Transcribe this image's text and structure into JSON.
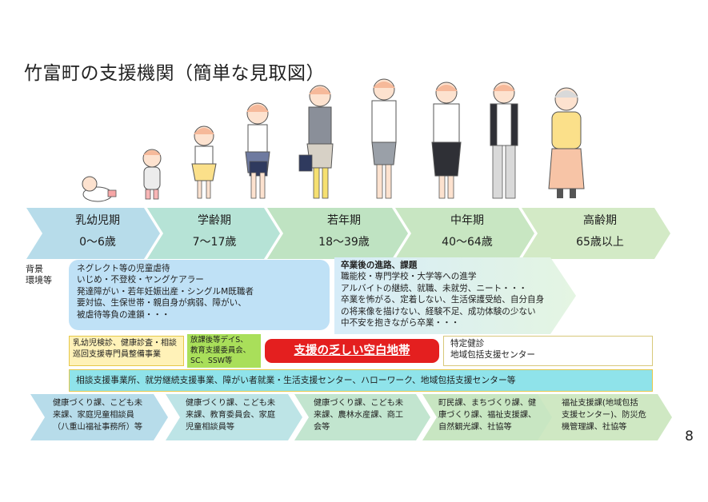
{
  "title": "竹富町の支援機関（簡単な見取図）",
  "stages": [
    {
      "name": "乳幼児期",
      "age": "0〜6歳"
    },
    {
      "name": "学齢期",
      "age": "7〜17歳"
    },
    {
      "name": "若年期",
      "age": "18〜39歳"
    },
    {
      "name": "中年期",
      "age": "40〜64歳"
    },
    {
      "name": "高齢期",
      "age": "65歳以上"
    }
  ],
  "row_label": [
    "背景",
    "環境等"
  ],
  "background_left": [
    "ネグレクト等の児童虐待",
    "いじめ・不登校・ヤングケアラー",
    "発達障がい・若年妊娠出産・シングルM既職者",
    "要対協、生保世帯・親自身が病弱、障がい、",
    "被虐待等負の連鎖・・・"
  ],
  "background_right": {
    "heading": "卒業後の進路、課題",
    "lines": [
      "職能校・専門学校・大学等への進学",
      "アルバイトの継続、就職、未就労、ニート・・・",
      "卒業を怖がる、定着しない、生活保護受給、自分自身",
      "の将来像を描けない、経験不足、成功体験の少ない",
      "中不安を抱きながら卒業・・・"
    ]
  },
  "services": {
    "infant": [
      "乳幼児検診、健康診査・相談",
      "巡回支援専門員整備事業"
    ],
    "school": [
      "放課後等デイS、",
      "教育支援委員会、",
      "SC、SSW等"
    ],
    "gap": "支援の乏しい空白地帯",
    "elder": [
      "特定健診",
      "地域包括支援センター"
    ],
    "wide": "相談支援事業所、就労継続支援事業、障がい者就業・生活支援センター、ハローワーク、地域包括支援センター等"
  },
  "departments": [
    [
      "健康づくり課、こども未",
      "来課、家庭児童相談員",
      "（八重山福祉事務所）等"
    ],
    [
      "健康づくり課、こども未",
      "来課、教育委員会、家庭",
      "児童相談員等"
    ],
    [
      "健康づくり課、こども未",
      "来課、農林水産課、商工",
      "会等"
    ],
    [
      "町民課、まちづくり課、健",
      "康づくり課、福祉支援課、",
      "自然観光課、社協等"
    ],
    [
      "福祉支援課(地域包括",
      "支援センター)、防災危",
      "機管理課、社協等"
    ]
  ],
  "page_number": "8",
  "colors": {
    "chevron_blue": "#b7dcea",
    "chevron_teal": "#b6e3d6",
    "chevron_green": "#bfe3c2",
    "chevron_green2": "#c8e6c2",
    "chevron_green3": "#d3eac6",
    "box_blue": "#bfe1f6",
    "box_yellow": "#fff2b8",
    "box_green": "#a9df5a",
    "gap_red": "#e41f1f",
    "wide_cyan": "#8fe3ea"
  }
}
